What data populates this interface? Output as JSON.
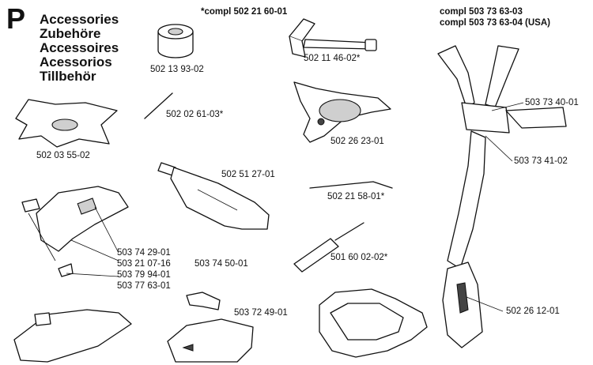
{
  "header": {
    "section_letter": "P",
    "titles": [
      "Accessories",
      "Zubehöre",
      "Accessoires",
      "Acessorios",
      "Tillbehör"
    ]
  },
  "kit_labels": {
    "top_center": "*compl 502 21 60-01",
    "harness_1": "compl 503 73 63-03",
    "harness_2": "compl 503 73 63-04 (USA)"
  },
  "parts": {
    "p_502_13_93_02": "502 13 93-02",
    "p_502_11_46_02": "502 11 46-02*",
    "p_502_02_61_03": "502 02 61-03*",
    "p_502_26_23_01": "502 26 23-01",
    "p_502_03_55_02": "502 03 55-02",
    "p_502_51_27_01": "502 51 27-01",
    "p_502_21_58_01": "502 21 58-01*",
    "p_501_60_02_02": "501 60 02-02*",
    "p_503_74_29_01": "503 74 29-01",
    "p_503_21_07_16": "503 21 07-16",
    "p_503_79_94_01": "503 79 94-01",
    "p_503_77_63_01": "503 77 63-01",
    "p_503_74_50_01": "503 74 50-01",
    "p_503_72_49_01": "503 72 49-01",
    "p_503_73_40_01": "503 73 40-01",
    "p_503_73_41_02": "503 73 41-02",
    "p_502_26_12_01": "502 26 12-01"
  }
}
